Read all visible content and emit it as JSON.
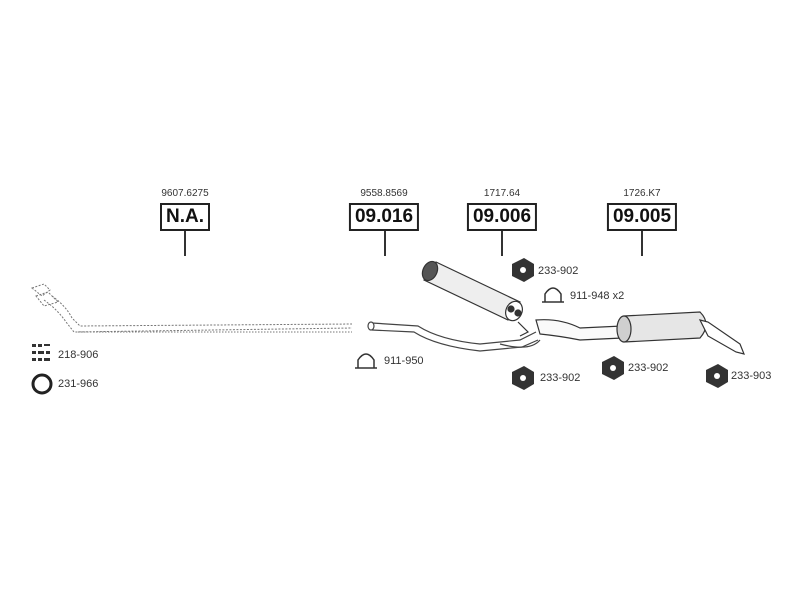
{
  "parts": [
    {
      "oem": "9607.6275",
      "code": "N.A."
    },
    {
      "oem": "9558.8569",
      "code": "09.016"
    },
    {
      "oem": "1717.64",
      "code": "09.006"
    },
    {
      "oem": "1726.K7",
      "code": "09.005"
    }
  ],
  "accessories": {
    "kit_218": "218-906",
    "ring_231": "231-966",
    "clamp_950": "911-950",
    "clamp_948": "911-948 x2",
    "nut_902_a": "233-902",
    "nut_902_b": "233-902",
    "nut_902_c": "233-902",
    "nut_903": "233-903"
  }
}
